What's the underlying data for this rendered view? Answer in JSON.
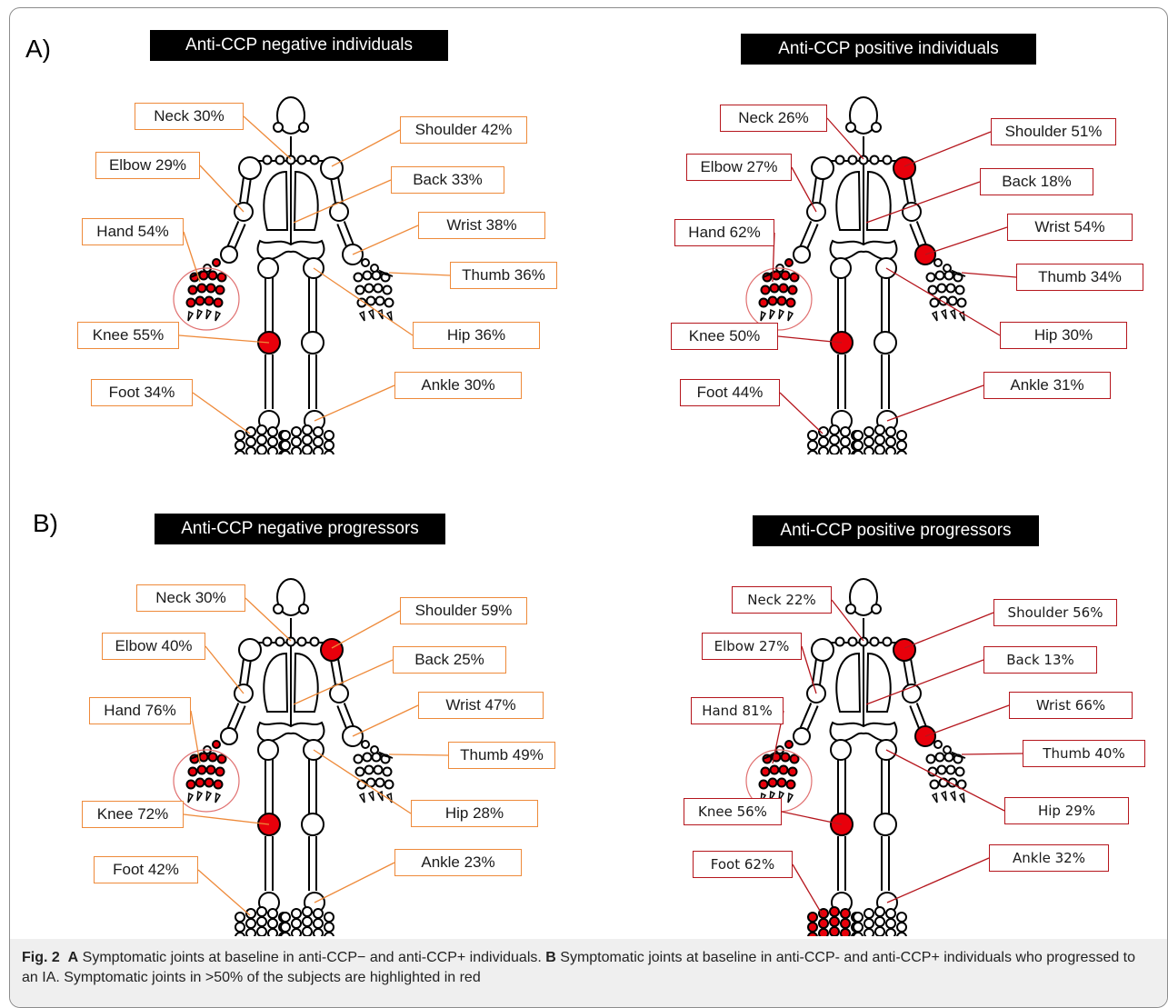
{
  "figure": {
    "section_a": "A)",
    "section_b": "B)",
    "caption": {
      "fig_label": "Fig. 2",
      "a_label": "A",
      "a_text": " Symptomatic joints at baseline in anti-CCP− and anti-CCP+ individuals. ",
      "b_label": "B",
      "b_text": " Symptomatic joints at baseline in anti-CCP- and anti-CCP+ individuals who progressed to an IA. Symptomatic joints in >50% of the subjects are highlighted in red"
    },
    "colors": {
      "negative_line": "#ee8a3a",
      "positive_line": "#b5161d",
      "highlight": "#e8000b"
    }
  },
  "panels": [
    {
      "id": "a-neg",
      "title": "Anti-CCP negative individuals",
      "joints": {
        "neck": {
          "label": "Neck 30%",
          "value": 30,
          "highlighted": false
        },
        "shoulder": {
          "label": "Shoulder 42%",
          "value": 42,
          "highlighted": false
        },
        "elbow": {
          "label": "Elbow 29%",
          "value": 29,
          "highlighted": false
        },
        "back": {
          "label": "Back 33%",
          "value": 33,
          "highlighted": false
        },
        "hand": {
          "label": "Hand 54%",
          "value": 54,
          "highlighted": true
        },
        "wrist": {
          "label": "Wrist 38%",
          "value": 38,
          "highlighted": false
        },
        "thumb": {
          "label": "Thumb 36%",
          "value": 36,
          "highlighted": false
        },
        "knee": {
          "label": "Knee 55%",
          "value": 55,
          "highlighted": true
        },
        "hip": {
          "label": "Hip 36%",
          "value": 36,
          "highlighted": false
        },
        "foot": {
          "label": "Foot 34%",
          "value": 34,
          "highlighted": false
        },
        "ankle": {
          "label": "Ankle 30%",
          "value": 30,
          "highlighted": false
        }
      }
    },
    {
      "id": "a-pos",
      "title": "Anti-CCP positive individuals",
      "joints": {
        "neck": {
          "label": "Neck 26%",
          "value": 26,
          "highlighted": false
        },
        "shoulder": {
          "label": "Shoulder 51%",
          "value": 51,
          "highlighted": true
        },
        "elbow": {
          "label": "Elbow 27%",
          "value": 27,
          "highlighted": false
        },
        "back": {
          "label": "Back 18%",
          "value": 18,
          "highlighted": false
        },
        "hand": {
          "label": "Hand 62%",
          "value": 62,
          "highlighted": true
        },
        "wrist": {
          "label": "Wrist 54%",
          "value": 54,
          "highlighted": true
        },
        "thumb": {
          "label": "Thumb 34%",
          "value": 34,
          "highlighted": false
        },
        "knee": {
          "label": "Knee 50%",
          "value": 50,
          "highlighted": true
        },
        "hip": {
          "label": "Hip 30%",
          "value": 30,
          "highlighted": false
        },
        "foot": {
          "label": "Foot 44%",
          "value": 44,
          "highlighted": false
        },
        "ankle": {
          "label": "Ankle 31%",
          "value": 31,
          "highlighted": false
        }
      }
    },
    {
      "id": "b-neg",
      "title": "Anti-CCP negative progressors",
      "joints": {
        "neck": {
          "label": "Neck 30%",
          "value": 30,
          "highlighted": false
        },
        "shoulder": {
          "label": "Shoulder 59%",
          "value": 59,
          "highlighted": true
        },
        "elbow": {
          "label": "Elbow 40%",
          "value": 40,
          "highlighted": false
        },
        "back": {
          "label": "Back 25%",
          "value": 25,
          "highlighted": false
        },
        "hand": {
          "label": "Hand 76%",
          "value": 76,
          "highlighted": true
        },
        "wrist": {
          "label": "Wrist 47%",
          "value": 47,
          "highlighted": false
        },
        "thumb": {
          "label": "Thumb 49%",
          "value": 49,
          "highlighted": false
        },
        "knee": {
          "label": "Knee 72%",
          "value": 72,
          "highlighted": true
        },
        "hip": {
          "label": "Hip 28%",
          "value": 28,
          "highlighted": false
        },
        "foot": {
          "label": "Foot 42%",
          "value": 42,
          "highlighted": false
        },
        "ankle": {
          "label": "Ankle 23%",
          "value": 23,
          "highlighted": false
        }
      }
    },
    {
      "id": "b-pos",
      "title": "Anti-CCP positive progressors",
      "joints": {
        "neck": {
          "label": "Neck 22%",
          "value": 22,
          "highlighted": false
        },
        "shoulder": {
          "label": "Shoulder 56%",
          "value": 56,
          "highlighted": true
        },
        "elbow": {
          "label": "Elbow 27%",
          "value": 27,
          "highlighted": false
        },
        "back": {
          "label": "Back 13%",
          "value": 13,
          "highlighted": false
        },
        "hand": {
          "label": "Hand 81%",
          "value": 81,
          "highlighted": true
        },
        "wrist": {
          "label": "Wrist 66%",
          "value": 66,
          "highlighted": true
        },
        "thumb": {
          "label": "Thumb 40%",
          "value": 40,
          "highlighted": false
        },
        "knee": {
          "label": "Knee 56%",
          "value": 56,
          "highlighted": true
        },
        "hip": {
          "label": "Hip 29%",
          "value": 29,
          "highlighted": false
        },
        "foot": {
          "label": "Foot 62%",
          "value": 62,
          "highlighted": true
        },
        "ankle": {
          "label": "Ankle 32%",
          "value": 32,
          "highlighted": false
        }
      }
    }
  ]
}
